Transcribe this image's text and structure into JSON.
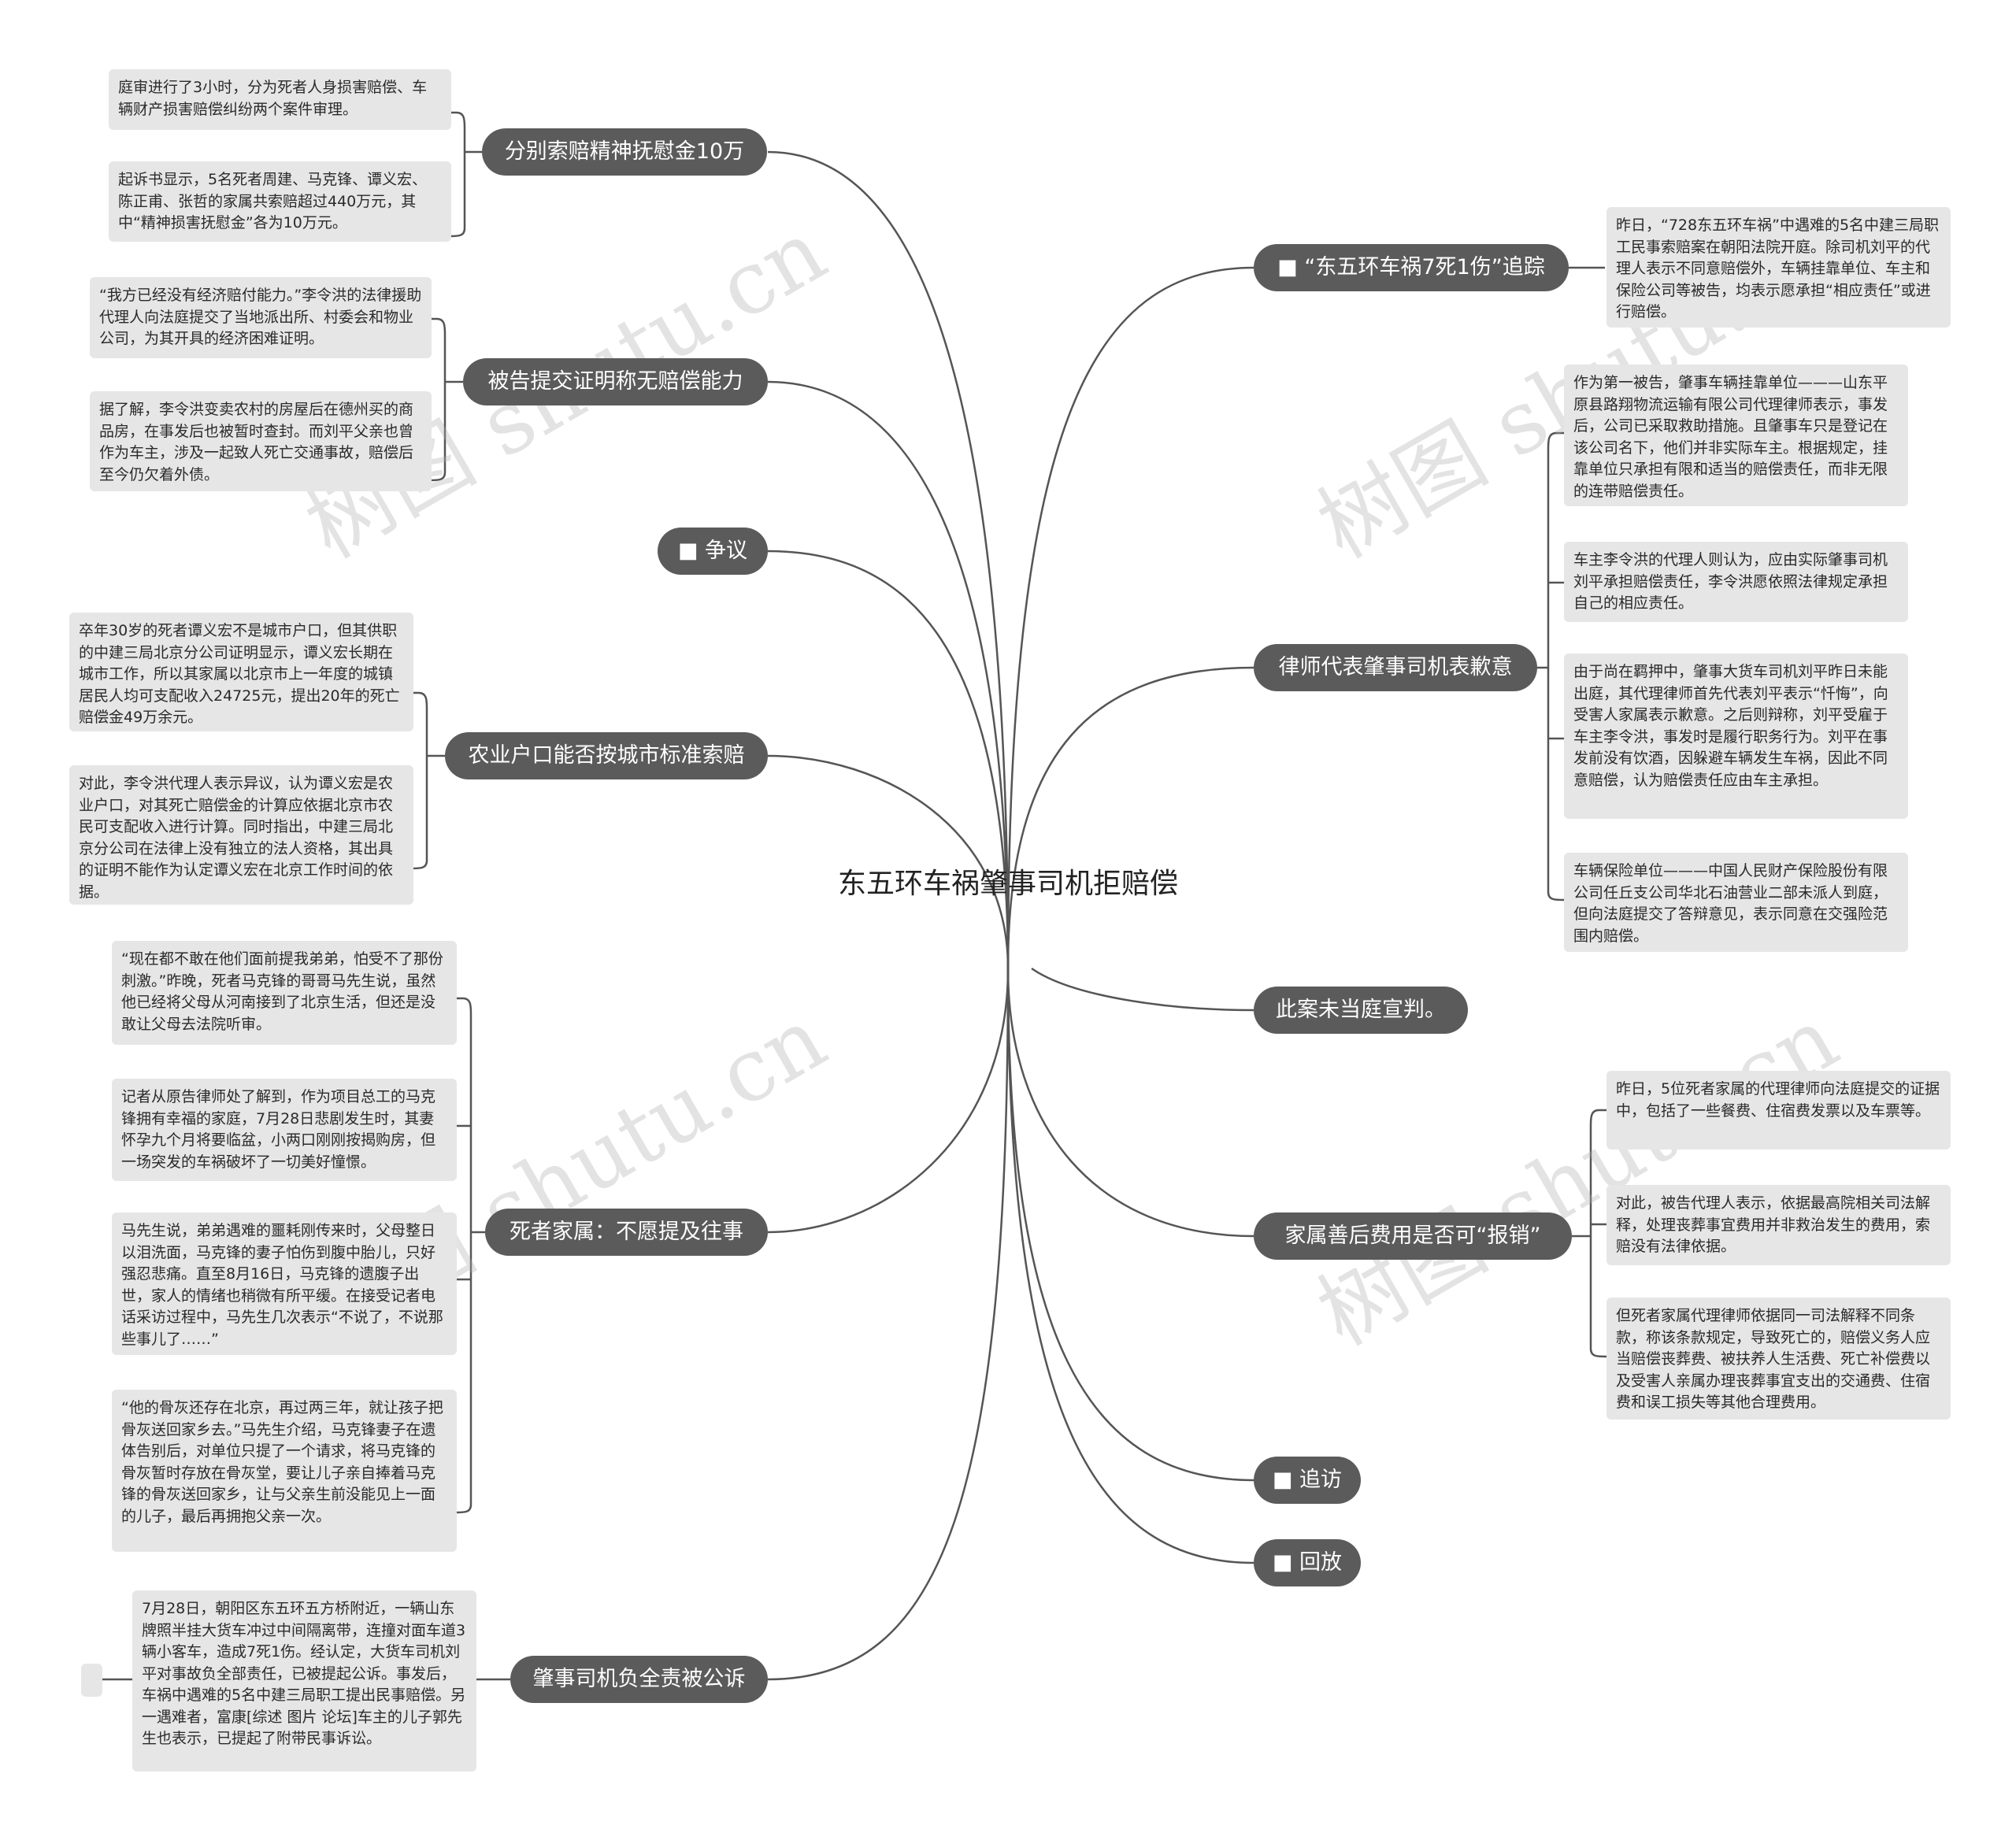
{
  "root": "东五环车祸肇事司机拒赔偿",
  "watermark": "树图 shutu.cn",
  "branches": {
    "b1": "分别索赔精神抚慰金10万",
    "b2": "被告提交证明称无赔偿能力",
    "b3": "■ 争议",
    "b4": "农业户口能否按城市标准索赔",
    "b5": "死者家属：不愿提及往事",
    "b6": "肇事司机负全责被公诉",
    "b7": "■ “东五环车祸7死1伤”追踪",
    "b8": "律师代表肇事司机表歉意",
    "b9": "此案未当庭宣判。",
    "b10": "家属善后费用是否可“报销”",
    "b11": "■ 追访",
    "b12": "■ 回放"
  },
  "leaves": {
    "l1": "庭审进行了3小时，分为死者人身损害赔偿、车辆财产损害赔偿纠纷两个案件审理。",
    "l2": "起诉书显示，5名死者周建、马克锋、谭义宏、陈正甫、张哲的家属共索赔超过440万元，其中“精神损害抚慰金”各为10万元。",
    "l3": "“我方已经没有经济赔付能力。”李令洪的法律援助代理人向法庭提交了当地派出所、村委会和物业公司，为其开具的经济困难证明。",
    "l4": "据了解，李令洪变卖农村的房屋后在德州买的商品房，在事发后也被暂时查封。而刘平父亲也曾作为车主，涉及一起致人死亡交通事故，赔偿后至今仍欠着外债。",
    "l5": "卒年30岁的死者谭义宏不是城市户口，但其供职的中建三局北京分公司证明显示，谭义宏长期在城市工作，所以其家属以北京市上一年度的城镇居民人均可支配收入24725元，提出20年的死亡赔偿金49万余元。",
    "l6": "对此，李令洪代理人表示异议，认为谭义宏是农业户口，对其死亡赔偿金的计算应依据北京市农民可支配收入进行计算。同时指出，中建三局北京分公司在法律上没有独立的法人资格，其出具的证明不能作为认定谭义宏在北京工作时间的依据。",
    "l7": "“现在都不敢在他们面前提我弟弟，怕受不了那份刺激。”昨晚，死者马克锋的哥哥马先生说，虽然他已经将父母从河南接到了北京生活，但还是没敢让父母去法院听审。",
    "l8": "记者从原告律师处了解到，作为项目总工的马克锋拥有幸福的家庭，7月28日悲剧发生时，其妻怀孕九个月将要临盆，小两口刚刚按揭购房，但一场突发的车祸破坏了一切美好憧憬。",
    "l9": "马先生说，弟弟遇难的噩耗刚传来时，父母整日以泪洗面，马克锋的妻子怕伤到腹中胎儿，只好强忍悲痛。直至8月16日，马克锋的遗腹子出世，家人的情绪也稍微有所平缓。在接受记者电话采访过程中，马先生几次表示“不说了，不说那些事儿了……”",
    "l10": "“他的骨灰还存在北京，再过两三年，就让孩子把骨灰送回家乡去。”马先生介绍，马克锋妻子在遗体告别后，对单位只提了一个请求，将马克锋的骨灰暂时存放在骨灰堂，要让儿子亲自捧着马克锋的骨灰送回家乡，让与父亲生前没能见上一面的儿子，最后再拥抱父亲一次。",
    "l11": "7月28日，朝阳区东五环五方桥附近，一辆山东牌照半挂大货车冲过中间隔离带，连撞对面车道3辆小客车，造成7死1伤。经认定，大货车司机刘平对事故负全部责任，已被提起公诉。事发后，车祸中遇难的5名中建三局职工提出民事赔偿。另一遇难者，富康[综述 图片 论坛]车主的儿子郭先生也表示，已提起了附带民事诉讼。",
    "l12": "昨日，“728东五环车祸”中遇难的5名中建三局职工民事索赔案在朝阳法院开庭。除司机刘平的代理人表示不同意赔偿外，车辆挂靠单位、车主和保险公司等被告，均表示愿承担“相应责任”或进行赔偿。",
    "l13": "作为第一被告，肇事车辆挂靠单位———山东平原县路翔物流运输有限公司代理律师表示，事发后，公司已采取救助措施。且肇事车只是登记在该公司名下，他们并非实际车主。根据规定，挂靠单位只承担有限和适当的赔偿责任，而非无限的连带赔偿责任。",
    "l14": "车主李令洪的代理人则认为，应由实际肇事司机刘平承担赔偿责任，李令洪愿依照法律规定承担自己的相应责任。",
    "l15": "由于尚在羁押中，肇事大货车司机刘平昨日未能出庭，其代理律师首先代表刘平表示“忏悔”，向受害人家属表示歉意。之后则辩称，刘平受雇于车主李令洪，事发时是履行职务行为。刘平在事发前没有饮酒，因躲避车辆发生车祸，因此不同意赔偿，认为赔偿责任应由车主承担。",
    "l16": "车辆保险单位———中国人民财产保险股份有限公司任丘支公司华北石油营业二部未派人到庭，但向法庭提交了答辩意见，表示同意在交强险范围内赔偿。",
    "l17": "昨日，5位死者家属的代理律师向法庭提交的证据中，包括了一些餐费、住宿费发票以及车票等。",
    "l18": "对此，被告代理人表示，依据最高院相关司法解释，处理丧葬事宜费用并非救治发生的费用，索赔没有法律依据。",
    "l19": "但死者家属代理律师依据同一司法解释不同条款，称该条款规定，导致死亡的，赔偿义务人应当赔偿丧葬费、被扶养人生活费、死亡补偿费以及受害人亲属办理丧葬事宜支出的交通费、住宿费和误工损失等其他合理费用。"
  },
  "colors": {
    "branch_fill": "#5b5b5b",
    "branch_text": "#ffffff",
    "leaf_fill": "#e6e6e6",
    "line": "#555555",
    "root_text": "#222222"
  }
}
